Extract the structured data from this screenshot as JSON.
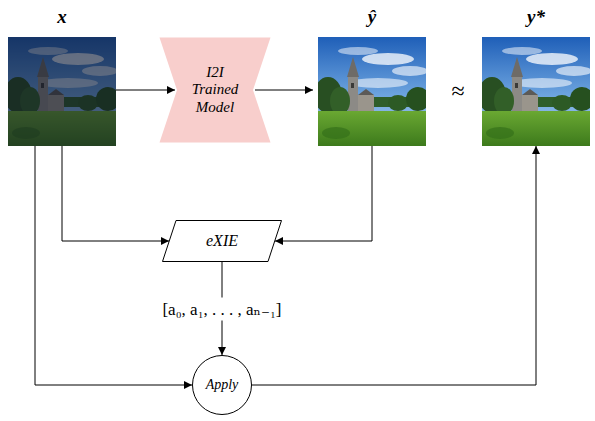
{
  "diagram": {
    "nodes": [
      {
        "text": [
          "x"
        ]
      },
      {
        "text": [
          "I2I Trained Model"
        ]
      },
      {
        "text": [
          "ŷ"
        ]
      },
      {
        "text": [
          "y*"
        ]
      },
      {
        "text": [
          "eXIE"
        ]
      },
      {
        "text": [
          "Apply"
        ]
      }
    ],
    "edges": [
      {
        "from": 0,
        "to": 1,
        "arrow": "to"
      },
      {
        "from": 1,
        "to": 2,
        "arrow": "to"
      },
      {
        "from": 0,
        "to": 4,
        "arrow": "to"
      },
      {
        "from": 2,
        "to": 4,
        "arrow": "to"
      },
      {
        "from": 4,
        "to": 5,
        "label": "[a₀, a₁, . . . , aₙ₋₁]",
        "arrow": "to"
      },
      {
        "from": 0,
        "to": 5,
        "arrow": "to"
      },
      {
        "from": 5,
        "to": 3,
        "arrow": "to"
      }
    ],
    "labels": [
      "≈"
    ]
  }
}
